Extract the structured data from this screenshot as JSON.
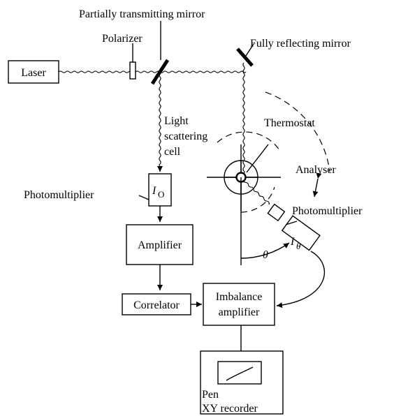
{
  "labels": {
    "partial_mirror": "Partially transmitting mirror",
    "polarizer": "Polarizer",
    "full_mirror": "Fully reflecting mirror",
    "laser": "Laser",
    "light": "Light",
    "scattering": "scattering",
    "cell": "cell",
    "thermostat": "Thermostat",
    "analyser": "Analyser",
    "photomultiplier_left": "Photomultiplier",
    "photomultiplier_right": "Photomultiplier",
    "i0_symbol": "I",
    "i0_sub": "O",
    "itheta_symbol": "I",
    "itheta_sub": "θ",
    "theta": "θ",
    "amplifier": "Amplifier",
    "correlator": "Correlator",
    "imbalance_1": "Imbalance",
    "imbalance_2": "amplifier",
    "pen": "Pen",
    "xy_recorder": "XY recorder"
  }
}
